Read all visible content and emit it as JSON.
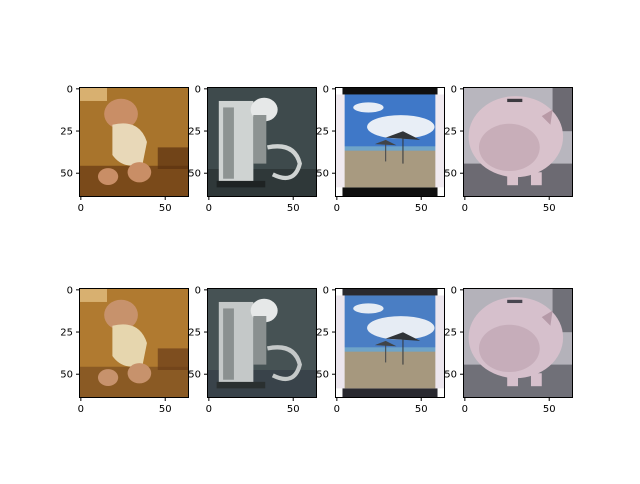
{
  "figure": {
    "background": "#ffffff",
    "rows": [
      {
        "label": "top",
        "panels": [
          {
            "subject": "sleeping-baby",
            "palette": {
              "bg": "#a8742c",
              "bg2": "#7a4a1a",
              "skin": "#c98e66",
              "cloth": "#e8d8b8",
              "dark": "#5a3010"
            }
          },
          {
            "subject": "metal-appliance",
            "palette": {
              "bg": "#3e4a4c",
              "bg2": "#2f3839",
              "metal": "#cfd3d2",
              "shade": "#8d9392",
              "dark": "#1e2323"
            }
          },
          {
            "subject": "beach-umbrellas",
            "palette": {
              "sky": "#3f78c8",
              "cloud": "#e8eef6",
              "sand": "#a89a80",
              "frame": "#f0eaf0",
              "dark": "#101010"
            }
          },
          {
            "subject": "piggy-bank",
            "palette": {
              "bg": "#6c6a72",
              "bg2": "#b8b6be",
              "pig": "#d9c2cc",
              "shade": "#b89aa6",
              "dark": "#3c3a40"
            }
          }
        ]
      },
      {
        "label": "bottom",
        "panels": [
          {
            "subject": "sleeping-baby",
            "palette": {
              "bg": "#b07a30",
              "bg2": "#8a5a24",
              "skin": "#c7926c",
              "cloth": "#e6d6ae",
              "dark": "#6a3c18"
            }
          },
          {
            "subject": "metal-appliance",
            "palette": {
              "bg": "#465254",
              "bg2": "#39434a",
              "metal": "#c4c8c8",
              "shade": "#8a9090",
              "dark": "#2a3030"
            }
          },
          {
            "subject": "beach-umbrellas",
            "palette": {
              "sky": "#4a7ec4",
              "cloud": "#e6ecf4",
              "sand": "#a6987e",
              "frame": "#ece6ee",
              "dark": "#2a2a30"
            }
          },
          {
            "subject": "piggy-bank",
            "palette": {
              "bg": "#707078",
              "bg2": "#b4b2ba",
              "pig": "#d6c0cc",
              "shade": "#b59aa8",
              "dark": "#484650"
            }
          }
        ]
      }
    ],
    "axes": {
      "xticks": [
        "0",
        "50"
      ],
      "yticks": [
        "0",
        "25",
        "50"
      ],
      "xtick_values": [
        0,
        50
      ],
      "ytick_values": [
        0,
        25,
        50
      ],
      "extent": [
        -0.5,
        63.5
      ]
    }
  }
}
